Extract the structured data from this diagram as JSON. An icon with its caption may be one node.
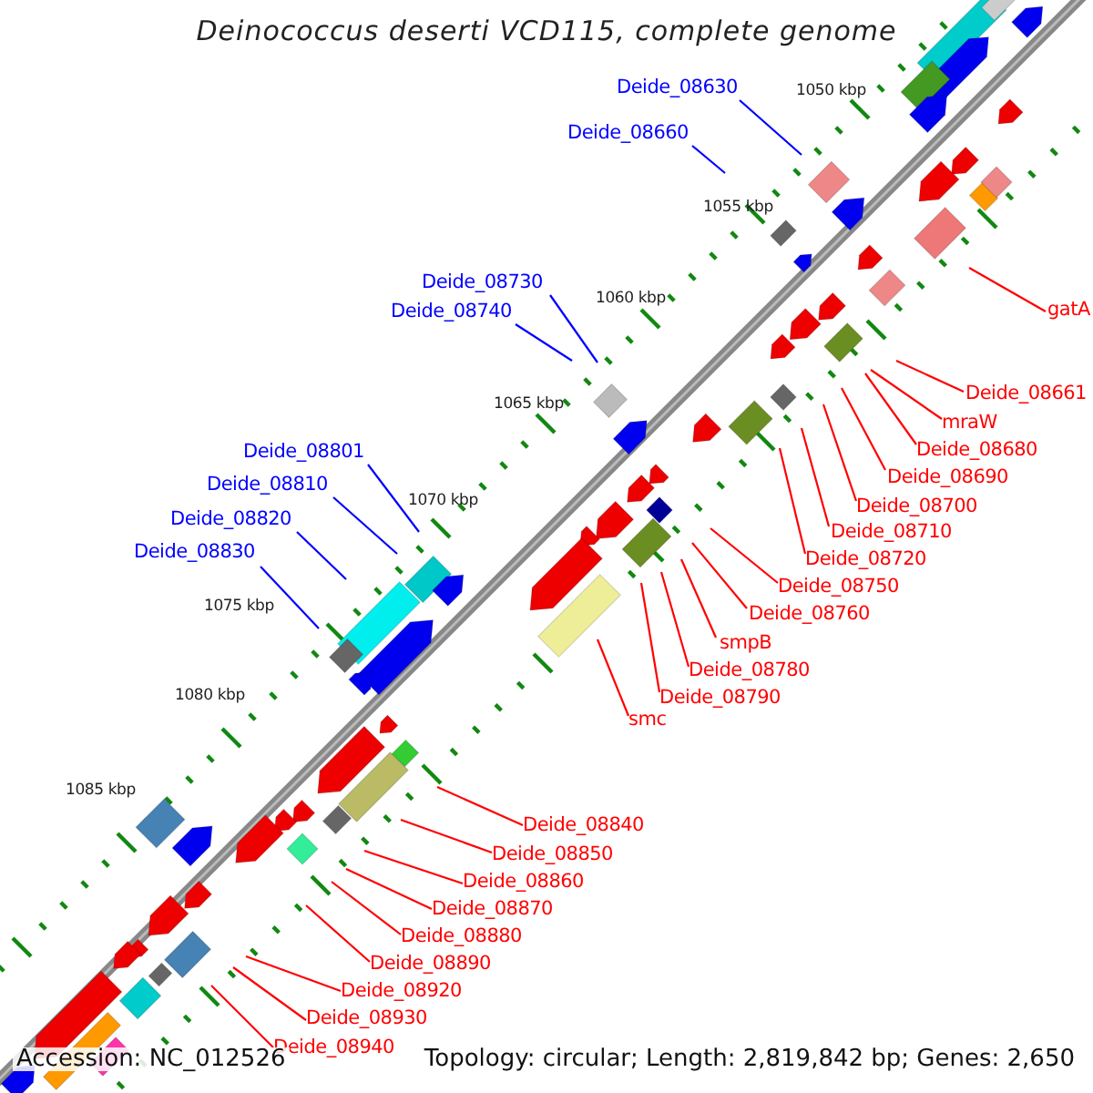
{
  "diagram": {
    "title": "Deinococcus deserti VCD115, complete genome",
    "nodes": [
      {
        "text": [
          "Deide_08630"
        ]
      },
      {
        "text": [
          "Deide_08660"
        ]
      },
      {
        "text": [
          "Deide_08730"
        ]
      },
      {
        "text": [
          "Deide_08740"
        ]
      },
      {
        "text": [
          "Deide_08801"
        ]
      },
      {
        "text": [
          "Deide_08810"
        ]
      },
      {
        "text": [
          "Deide_08820"
        ]
      },
      {
        "text": [
          "Deide_08830"
        ]
      },
      {
        "text": [
          "gatA"
        ]
      },
      {
        "text": [
          "Deide_08661"
        ]
      },
      {
        "text": [
          "mraW"
        ]
      },
      {
        "text": [
          "Deide_08680"
        ]
      },
      {
        "text": [
          "Deide_08690"
        ]
      },
      {
        "text": [
          "Deide_08700"
        ]
      },
      {
        "text": [
          "Deide_08710"
        ]
      },
      {
        "text": [
          "Deide_08720"
        ]
      },
      {
        "text": [
          "Deide_08750"
        ]
      },
      {
        "text": [
          "Deide_08760"
        ]
      },
      {
        "text": [
          "smpB"
        ]
      },
      {
        "text": [
          "Deide_08780"
        ]
      },
      {
        "text": [
          "Deide_08790"
        ]
      },
      {
        "text": [
          "smc"
        ]
      },
      {
        "text": [
          "Deide_08840"
        ]
      },
      {
        "text": [
          "Deide_08850"
        ]
      },
      {
        "text": [
          "Deide_08860"
        ]
      },
      {
        "text": [
          "Deide_08870"
        ]
      },
      {
        "text": [
          "Deide_08880"
        ]
      },
      {
        "text": [
          "Deide_08890"
        ]
      },
      {
        "text": [
          "Deide_08920"
        ]
      },
      {
        "text": [
          "Deide_08930"
        ]
      },
      {
        "text": [
          "Deide_08940"
        ]
      }
    ],
    "edges": [
      {
        "from": 0,
        "to": null,
        "arrow": "none",
        "color": "#0000ff"
      },
      {
        "from": 1,
        "to": null,
        "arrow": "none",
        "color": "#0000ff"
      },
      {
        "from": 2,
        "to": null,
        "arrow": "none",
        "color": "#0000ff"
      },
      {
        "from": 3,
        "to": null,
        "arrow": "none",
        "color": "#0000ff"
      },
      {
        "from": 4,
        "to": null,
        "arrow": "none",
        "color": "#0000ff"
      },
      {
        "from": 5,
        "to": null,
        "arrow": "none",
        "color": "#0000ff"
      },
      {
        "from": 6,
        "to": null,
        "arrow": "none",
        "color": "#0000ff"
      },
      {
        "from": 7,
        "to": null,
        "arrow": "none",
        "color": "#0000ff"
      },
      {
        "from": 8,
        "to": null,
        "arrow": "none"
      },
      {
        "from": 9,
        "to": null,
        "arrow": "none"
      },
      {
        "from": 10,
        "to": null,
        "arrow": "none"
      },
      {
        "from": 11,
        "to": null,
        "arrow": "none"
      },
      {
        "from": 12,
        "to": null,
        "arrow": "none"
      },
      {
        "from": 13,
        "to": null,
        "arrow": "none"
      },
      {
        "from": 14,
        "to": null,
        "arrow": "none"
      },
      {
        "from": 15,
        "to": null,
        "arrow": "none"
      },
      {
        "from": 16,
        "to": null,
        "arrow": "none"
      },
      {
        "from": 17,
        "to": null,
        "arrow": "none"
      },
      {
        "from": 18,
        "to": null,
        "arrow": "none"
      },
      {
        "from": 19,
        "to": null,
        "arrow": "none"
      },
      {
        "from": 20,
        "to": null,
        "arrow": "none"
      },
      {
        "from": 21,
        "to": null,
        "arrow": "none"
      },
      {
        "from": 22,
        "to": null,
        "arrow": "none"
      },
      {
        "from": 23,
        "to": null,
        "arrow": "none"
      },
      {
        "from": 24,
        "to": null,
        "arrow": "none"
      },
      {
        "from": 25,
        "to": null,
        "arrow": "none"
      },
      {
        "from": 26,
        "to": null,
        "arrow": "none"
      },
      {
        "from": 27,
        "to": null,
        "arrow": "none"
      },
      {
        "from": 28,
        "to": null,
        "arrow": "none"
      },
      {
        "from": 29,
        "to": null,
        "arrow": "none"
      },
      {
        "from": 30,
        "to": null,
        "arrow": "none"
      }
    ],
    "labels": [
      "1050 kbp",
      "1055 kbp",
      "1060 kbp",
      "1065 kbp",
      "1070 kbp",
      "1075 kbp",
      "1080 kbp",
      "1085 kbp",
      "Accession: NC_012526",
      "Topology: circular; Length: 2,819,842 bp; Genes: 2,650"
    ]
  }
}
